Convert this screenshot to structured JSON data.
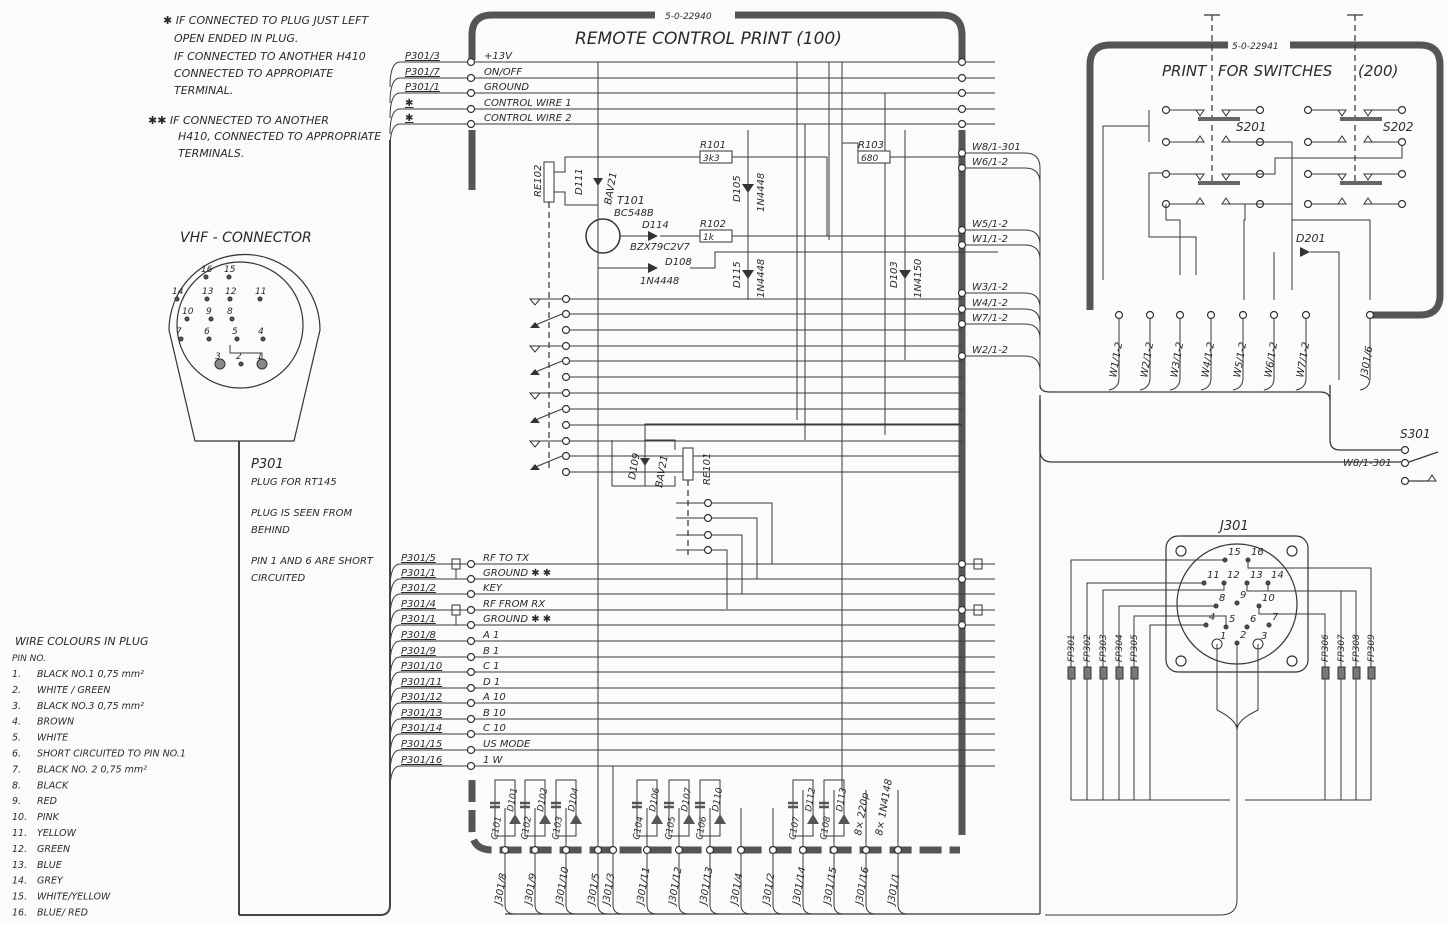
{
  "notes": {
    "note1_lines": [
      "✱ IF CONNECTED TO PLUG  JUST LEFT",
      "OPEN ENDED IN PLUG.",
      "IF CONNECTED TO ANOTHER  H410",
      "CONNECTED TO APPROPIATE",
      "TERMINAL."
    ],
    "note2_lines": [
      "✱✱ IF CONNECTED TO ANOTHER",
      "H410, CONNECTED TO APPROPRIATE",
      "TERMINALS."
    ]
  },
  "remote_print": {
    "part_no": "5-0-22940",
    "title": "REMOTE CONTROL  PRINT  (100)",
    "top_inputs": [
      {
        "pin": "P301/3",
        "signal": "+13V"
      },
      {
        "pin": "P301/7",
        "signal": "ON/OFF"
      },
      {
        "pin": "P301/1",
        "signal": "GROUND"
      },
      {
        "pin": "✱",
        "signal": "CONTROL WIRE 1"
      },
      {
        "pin": "✱",
        "signal": "CONTROL WIRE 2"
      }
    ],
    "bottom_inputs": [
      {
        "pin": "P301/5",
        "signal": "RF TO TX"
      },
      {
        "pin": "P301/1",
        "signal": "GROUND ✱ ✱"
      },
      {
        "pin": "P301/2",
        "signal": "KEY"
      },
      {
        "pin": "P301/4",
        "signal": "RF FROM RX"
      },
      {
        "pin": "P301/1",
        "signal": "GROUND ✱ ✱"
      },
      {
        "pin": "P301/8",
        "signal": "A 1"
      },
      {
        "pin": "P301/9",
        "signal": "B 1"
      },
      {
        "pin": "P301/10",
        "signal": "C 1"
      },
      {
        "pin": "P301/11",
        "signal": "D 1"
      },
      {
        "pin": "P301/12",
        "signal": "A 10"
      },
      {
        "pin": "P301/13",
        "signal": "B 10"
      },
      {
        "pin": "P301/14",
        "signal": "C 10"
      },
      {
        "pin": "P301/15",
        "signal": "US  MODE"
      },
      {
        "pin": "P301/16",
        "signal": "1 W"
      }
    ],
    "right_outputs": [
      "W8/1-301",
      "W6/1-2",
      "W5/1-2",
      "W1/1-2",
      "W3/1-2",
      "W4/1-2",
      "W7/1-2",
      "W2/1-2"
    ],
    "bottom_outputs": [
      "J301/8",
      "J301/9",
      "J301/10",
      "J301/5",
      "J301/3",
      "J301/11",
      "J301/12",
      "J301/13",
      "J301/4",
      "J301/2",
      "J301/14",
      "J301/15",
      "J301/16",
      "J301/1"
    ],
    "components": {
      "r101": {
        "ref": "R101",
        "value": "3k3"
      },
      "r102": {
        "ref": "R102",
        "value": "1k"
      },
      "r103": {
        "ref": "R103",
        "value": "680"
      },
      "re102": "RE102",
      "re101": "RE101",
      "d111": {
        "ref": "D111",
        "type": "BAV21"
      },
      "t101": {
        "ref": "T101",
        "type": "BC548B"
      },
      "d114": {
        "ref": "D114",
        "type": "BZX79C2V7"
      },
      "d108": {
        "ref": "D108",
        "type": "1N4448"
      },
      "d105": {
        "ref": "D105",
        "type": "1N4448"
      },
      "d115": {
        "ref": "D115",
        "type": "1N4448"
      },
      "d103": {
        "ref": "D103",
        "type": "1N4150"
      },
      "d109": {
        "ref": "D109",
        "type": "BAV21"
      },
      "cap_labels": [
        "C101",
        "C102",
        "C103",
        "C104",
        "C105",
        "C106",
        "C107",
        "C108"
      ],
      "diode_labels": [
        "D101",
        "D102",
        "D104",
        "D106",
        "D107",
        "D110",
        "D112",
        "D113"
      ],
      "bom_cap": "8× 220p",
      "bom_diode": "8× 1N4148"
    }
  },
  "switch_print": {
    "part_no": "5-0-22941",
    "title_left": "PRINT",
    "title_mid": "FOR SWITCHES",
    "title_right": "(200)",
    "switches": [
      "S201",
      "S202"
    ],
    "diode": "D201",
    "outputs": [
      "W1/1-2",
      "W2/1-2",
      "W3/1-2",
      "W4/1-2",
      "W5/1-2",
      "W6/1-2",
      "W7/1-2",
      "J301/6"
    ]
  },
  "s301": {
    "ref": "S301",
    "wire": "W8/1-301"
  },
  "vhf_connector": {
    "title": "VHF - CONNECTOR",
    "pins": [
      "16",
      "15",
      "14",
      "13",
      "12",
      "11",
      "10",
      "9",
      "8",
      "7",
      "6",
      "5",
      "4",
      "3",
      "2",
      "1"
    ],
    "desc_lines": [
      "P301",
      "PLUG FOR RT145",
      "",
      "PLUG IS SEEN FROM",
      "BEHIND",
      "",
      "PIN 1 AND 6 ARE SHORT",
      "CIRCUITED"
    ]
  },
  "j301": {
    "title": "J301",
    "pins": [
      "15",
      "16",
      "11",
      "12",
      "13",
      "14",
      "8",
      "9",
      "10",
      "4",
      "5",
      "6",
      "7",
      "1",
      "2",
      "3"
    ],
    "filters_left": [
      "FP301",
      "FP302",
      "FP303",
      "FP304",
      "FP305"
    ],
    "filters_right": [
      "FP306",
      "FP307",
      "FP308",
      "FP309"
    ]
  },
  "wire_colours": {
    "title": "WIRE COLOURS IN PLUG",
    "subtitle": "PIN NO.",
    "rows": [
      {
        "pin": "1.",
        "colour": "BLACK NO.1  0,75 mm²"
      },
      {
        "pin": "2.",
        "colour": "WHITE / GREEN"
      },
      {
        "pin": "3.",
        "colour": "BLACK NO.3  0,75 mm²"
      },
      {
        "pin": "4.",
        "colour": "BROWN"
      },
      {
        "pin": "5.",
        "colour": "WHITE"
      },
      {
        "pin": "6.",
        "colour": "SHORT CIRCUITED TO PIN NO.1"
      },
      {
        "pin": "7.",
        "colour": "BLACK NO. 2  0,75 mm²"
      },
      {
        "pin": "8.",
        "colour": "BLACK"
      },
      {
        "pin": "9.",
        "colour": "RED"
      },
      {
        "pin": "10.",
        "colour": "PINK"
      },
      {
        "pin": "11.",
        "colour": "YELLOW"
      },
      {
        "pin": "12.",
        "colour": "GREEN"
      },
      {
        "pin": "13.",
        "colour": "BLUE"
      },
      {
        "pin": "14.",
        "colour": "GREY"
      },
      {
        "pin": "15.",
        "colour": "WHITE/YELLOW"
      },
      {
        "pin": "16.",
        "colour": "BLUE/ RED"
      }
    ]
  }
}
